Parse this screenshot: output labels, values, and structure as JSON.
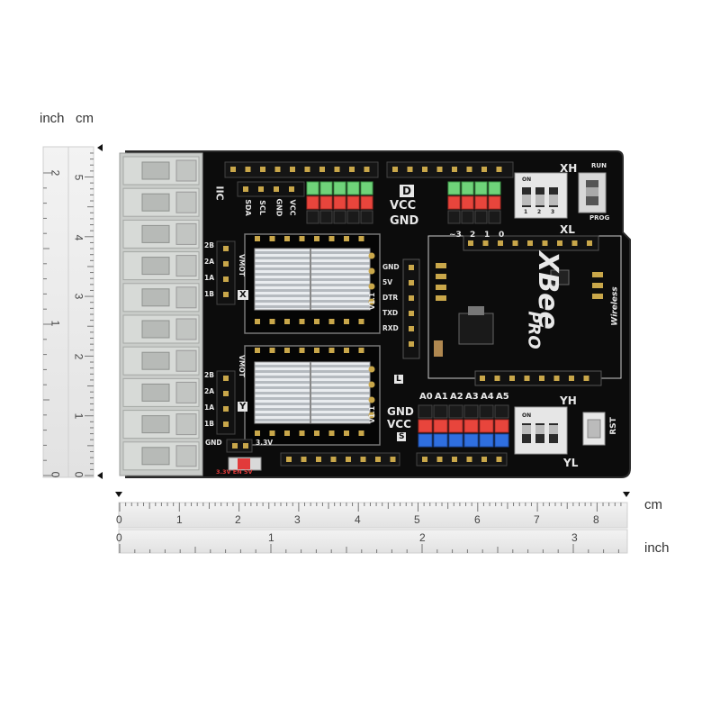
{
  "units": {
    "left_inch": "inch",
    "left_cm": "cm",
    "bottom_cm": "cm",
    "bottom_inch": "inch"
  },
  "left_ruler": {
    "inch_ticks": [
      "2",
      "1",
      "0"
    ],
    "cm_ticks": [
      "5",
      "4",
      "3",
      "2",
      "1",
      "0"
    ]
  },
  "bottom_ruler": {
    "cm_ticks": [
      "0",
      "1",
      "2",
      "3",
      "4",
      "5",
      "6",
      "7",
      "8"
    ],
    "inch_ticks": [
      "0",
      "1",
      "2",
      "3"
    ]
  },
  "board": {
    "iic": "IIC",
    "iic_pins": [
      "SDA",
      "SCL",
      "GND",
      "VCC"
    ],
    "d_label": "D",
    "vcc_label": "VCC",
    "gnd_label": "GND",
    "digital_pins": [
      "~3",
      "2",
      "1",
      "0"
    ],
    "xh": "XH",
    "xl": "XL",
    "yh": "YH",
    "yl": "YL",
    "run": "RUN",
    "prog": "PROG",
    "rst": "RST",
    "xbee": "XBee",
    "pro": "PRO",
    "wireless": "Wireless",
    "uart_pins": [
      "GND",
      "5V",
      "DTR",
      "TXD",
      "RXD"
    ],
    "motor_pins": [
      "2B",
      "2A",
      "1A",
      "1B"
    ],
    "vmot": "VMOT",
    "driver_version": "V1.1",
    "x_marker": "X",
    "y_marker": "Y",
    "l_marker": "L",
    "s_marker": "S",
    "analog_pins": [
      "A0",
      "A1",
      "A2",
      "A3",
      "A4",
      "A5"
    ],
    "analog_gnd": "GND",
    "analog_vcc": "VCC",
    "switch_on": "ON",
    "switch_nums": [
      "1",
      "2",
      "3"
    ],
    "bottom_gnd": "GND",
    "bottom_3v3": "3.3V",
    "jumper_label": "3.3V  EN  5V"
  }
}
